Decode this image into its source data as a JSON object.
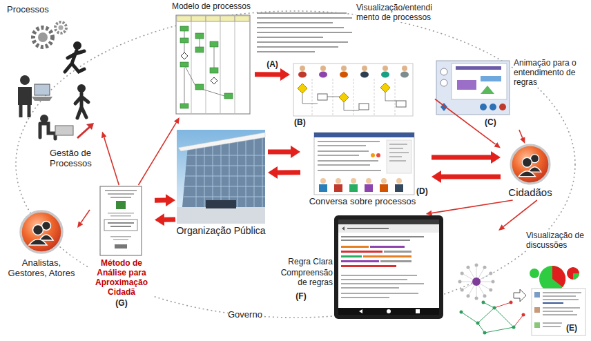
{
  "diagram": {
    "nodes": [
      {
        "text": [
          "Processos"
        ]
      },
      {
        "text": [
          "Modelo de processos"
        ]
      },
      {
        "text": [
          "Visualização/entendimento de processos",
          "(B)"
        ]
      },
      {
        "text": [
          "Animação para o entendimento de regras",
          "(C)"
        ]
      },
      {
        "text": [
          "Cidadãos"
        ]
      },
      {
        "text": [
          "Organização Pública"
        ]
      },
      {
        "text": [
          "Conversa sobre processos",
          "(D)"
        ]
      },
      {
        "text": [
          "Analistas, Gestores, Atores"
        ]
      },
      {
        "text": [
          "Método de Análise para Aproximação Cidadã",
          "(G)"
        ]
      },
      {
        "text": [
          "Regra Clara",
          "Compreensão de regras",
          "(F)"
        ]
      },
      {
        "text": [
          "Visualização de discussões",
          "(E)"
        ]
      }
    ],
    "edges": [
      {
        "from": 1,
        "to": 2,
        "label": "(A)",
        "arrow": "to"
      },
      {
        "from": 2,
        "to": 4,
        "arrow": "to"
      },
      {
        "from": 3,
        "to": 4,
        "arrow": "to"
      },
      {
        "from": 8,
        "to": 0,
        "arrow": "to"
      },
      {
        "from": 8,
        "to": 1,
        "arrow": "to"
      },
      {
        "from": 8,
        "to": 5,
        "arrow": "to"
      },
      {
        "from": 5,
        "to": 8,
        "arrow": "to"
      },
      {
        "from": 5,
        "to": 6,
        "arrow": "to"
      },
      {
        "from": 6,
        "to": 5,
        "arrow": "to"
      },
      {
        "from": 6,
        "to": 4,
        "arrow": "to"
      },
      {
        "from": 4,
        "to": 6,
        "arrow": "to"
      },
      {
        "from": 4,
        "to": 9,
        "arrow": "to"
      },
      {
        "from": 4,
        "to": 10,
        "arrow": "to"
      },
      {
        "from": 8,
        "to": 7,
        "arrow": "to"
      }
    ],
    "labels": [
      "Gestão de Processos",
      "Governo"
    ]
  }
}
